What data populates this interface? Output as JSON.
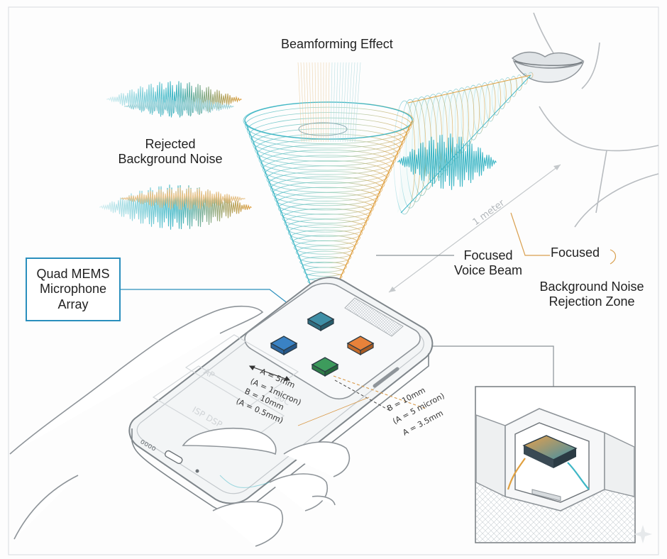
{
  "labels": {
    "title": "Beamforming Effect",
    "noise_line1": "Rejected",
    "noise_line2": "Background Noise",
    "mic_line1": "Quad MEMS",
    "mic_line2": "Microphone",
    "mic_line3": "Array",
    "voice_line1": "Focused",
    "voice_line2": "Voice Beam",
    "zone_line1": "Focused",
    "zone_line2": "Background Noise",
    "zone_line3": "Rejection Zone",
    "distance": "1 meter"
  },
  "dimensions": {
    "left_1": "A = 5mm",
    "left_2": "(A = 1micron)",
    "left_3": "B = 10mm",
    "left_4": "(A = 0.5mm)",
    "right_1": "B = 10mm",
    "right_2": "(A = 5 micron)",
    "right_3": "A = 3.5mm"
  },
  "device_ghost_text": {
    "chip1": "AP",
    "chip2": "SoC",
    "chip3": "ISP DSP",
    "port": "oooo"
  },
  "colors": {
    "mic_blue": "#3a82c4",
    "mic_teal": "#3f8fa6",
    "mic_orange": "#e8823a",
    "mic_green": "#3d9b5c",
    "beam_cyan": "#3fb7c6",
    "beam_orange": "#e0a040",
    "callout_border": "#2a8fbd"
  }
}
